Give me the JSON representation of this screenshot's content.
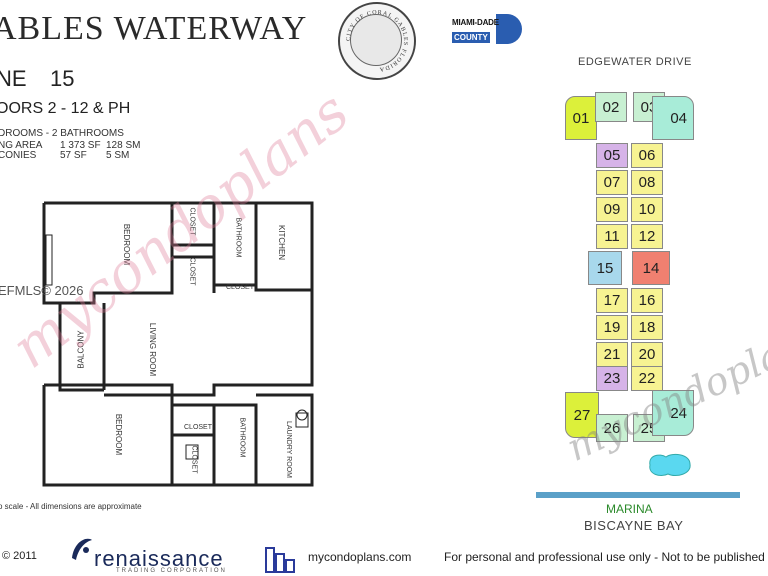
{
  "header": {
    "title": "ABLES WATERWAY",
    "line_label": "NE",
    "line_number": "15",
    "floors": "OORS 2 - 12 & PH",
    "specs": [
      {
        "label": "DROOMS - 2 BATHROOMS",
        "sf": "",
        "sm": ""
      },
      {
        "label": "NG AREA",
        "sf": "1 373 SF",
        "sm": "128 SM"
      },
      {
        "label": "CONIES",
        "sf": "57 SF",
        "sm": "5 SM"
      }
    ]
  },
  "logos": {
    "seal_text": "CITY OF CORAL GABLES FLORIDA",
    "miami_dade": "MIAMI-DADE",
    "county": "COUNTY"
  },
  "floorplan": {
    "rooms": {
      "bedroom1": "BEDROOM",
      "closet1": "CLOSET",
      "bathroom1": "BATHROOM",
      "kitchen": "KITCHEN",
      "closet2": "CLOSET",
      "closet3": "CLOSET",
      "balcony": "BALCONY",
      "living": "LIVING ROOM",
      "bedroom2": "BEDROOM",
      "closet4": "CLOSET",
      "closet5": "CLOSET",
      "bathroom2": "BATHROOM",
      "laundry": "LAUNDRY ROOM"
    },
    "mls": "EFMLS© 2026",
    "note": "o scale - All dimensions are approximate"
  },
  "keyplan": {
    "street": "EDGEWATER DRIVE",
    "marina": "MARINA",
    "bay": "BISCAYNE BAY",
    "units": [
      {
        "id": "01",
        "color": "lime"
      },
      {
        "id": "02",
        "color": "green"
      },
      {
        "id": "03",
        "color": "green"
      },
      {
        "id": "04",
        "color": "teal"
      },
      {
        "id": "05",
        "color": "purple"
      },
      {
        "id": "06",
        "color": "yellow"
      },
      {
        "id": "07",
        "color": "yellow"
      },
      {
        "id": "08",
        "color": "yellow"
      },
      {
        "id": "09",
        "color": "yellow"
      },
      {
        "id": "10",
        "color": "yellow"
      },
      {
        "id": "11",
        "color": "yellow"
      },
      {
        "id": "12",
        "color": "yellow"
      },
      {
        "id": "15",
        "color": "blue"
      },
      {
        "id": "14",
        "color": "red"
      },
      {
        "id": "17",
        "color": "yellow"
      },
      {
        "id": "16",
        "color": "yellow"
      },
      {
        "id": "19",
        "color": "yellow"
      },
      {
        "id": "18",
        "color": "yellow"
      },
      {
        "id": "21",
        "color": "yellow"
      },
      {
        "id": "20",
        "color": "yellow"
      },
      {
        "id": "23",
        "color": "purple"
      },
      {
        "id": "22",
        "color": "yellow"
      },
      {
        "id": "27",
        "color": "lime"
      },
      {
        "id": "26",
        "color": "green"
      },
      {
        "id": "25",
        "color": "green"
      },
      {
        "id": "24",
        "color": "teal"
      }
    ]
  },
  "footer": {
    "copyright": "©   2011",
    "company": "renaissance",
    "company_sub": "TRADING CORPORATION",
    "site": "mycondoplans.com",
    "disclaimer": "For personal and professional use only - Not to be published"
  },
  "watermarks": {
    "primary": "mycondoplans",
    "secondary": "mycondoplans"
  },
  "colors": {
    "yellow": "#f7f392",
    "purple": "#d6b3e8",
    "blue": "#a8d8ec",
    "red": "#f08070",
    "green": "#c8f0d2",
    "teal": "#a8ecd8",
    "lime": "#dcf03a",
    "marina_water": "#5aa0c8"
  }
}
